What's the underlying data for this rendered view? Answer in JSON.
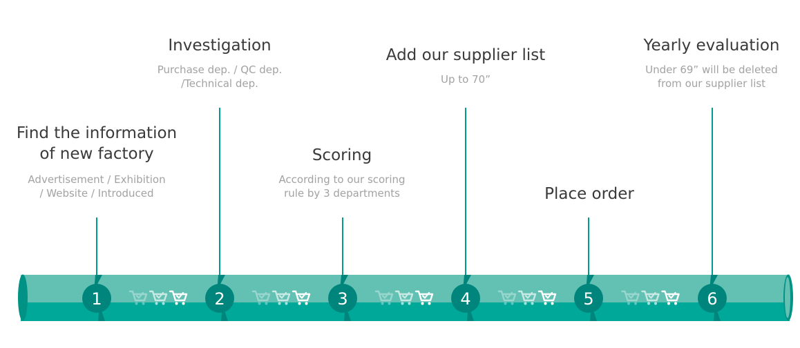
{
  "colors": {
    "tube_top": "#63c1b3",
    "tube_bottom": "#00a89a",
    "tube_edge": "#009285",
    "node": "#00857c",
    "stem": "#009b8e",
    "cart_light": "#ffffff"
  },
  "icons": [
    "cart-check-icon"
  ],
  "steps": [
    {
      "number": "1",
      "title_lines": [
        "Find the information",
        "of new  factory"
      ],
      "sub_lines": [
        "Advertisement / Exhibition",
        "/ Website / Introduced"
      ]
    },
    {
      "number": "2",
      "title_lines": [
        "Investigation"
      ],
      "sub_lines": [
        "Purchase dep. / QC dep.",
        "/Technical dep."
      ]
    },
    {
      "number": "3",
      "title_lines": [
        "Scoring"
      ],
      "sub_lines": [
        "According to our scoring",
        "rule by 3 departments"
      ]
    },
    {
      "number": "4",
      "title_lines": [
        "Add our supplier list"
      ],
      "sub_lines": [
        "Up to 70”"
      ]
    },
    {
      "number": "5",
      "title_lines": [
        "Place order"
      ],
      "sub_lines": []
    },
    {
      "number": "6",
      "title_lines": [
        "Yearly evaluation"
      ],
      "sub_lines": [
        "Under 69”   will be deleted",
        "from our supplier  list"
      ]
    }
  ]
}
